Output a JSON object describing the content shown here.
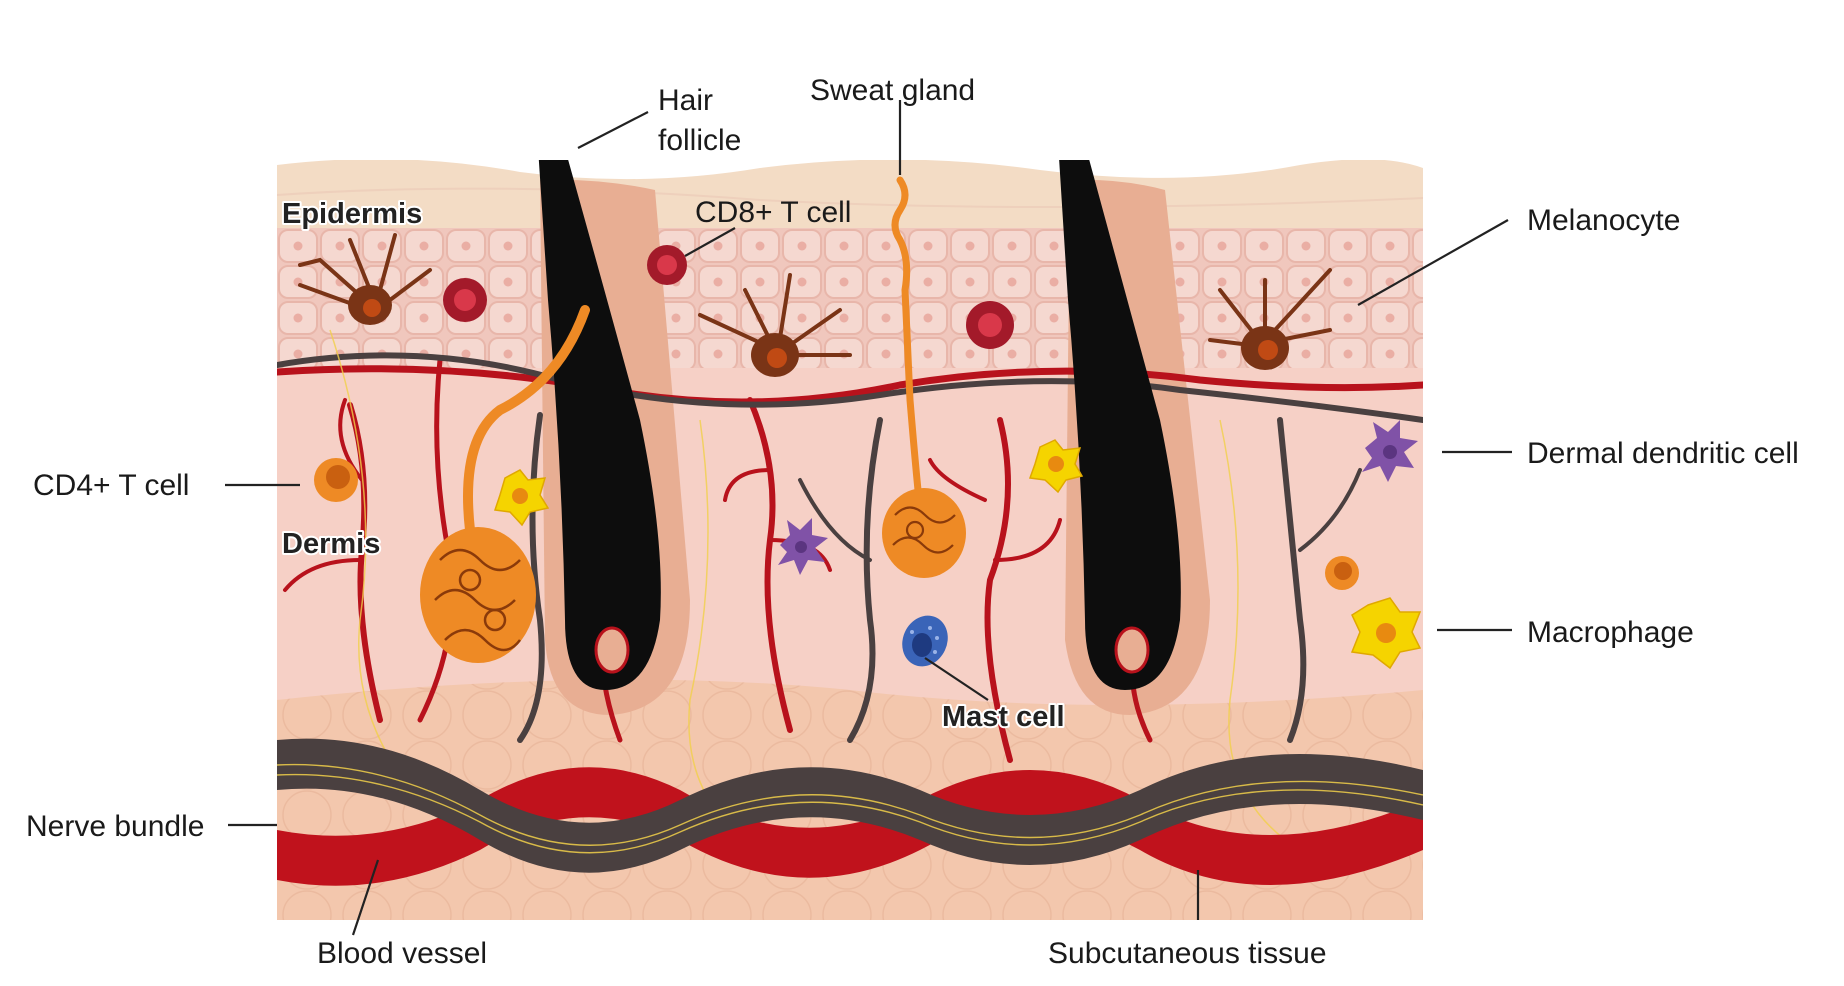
{
  "labels": {
    "epidermis": "Epidermis",
    "dermis": "Dermis",
    "mast_cell": "Mast cell",
    "hair_follicle_1": "Hair",
    "hair_follicle_2": "follicle",
    "sweat_gland": "Sweat gland",
    "cd8_t_cell": "CD8+ T cell",
    "melanocyte": "Melanocyte",
    "cd4_t_cell": "CD4+ T cell",
    "dermal_dendritic_cell": "Dermal dendritic cell",
    "macrophage": "Macrophage",
    "nerve_bundle": "Nerve bundle",
    "blood_vessel": "Blood vessel",
    "subcutaneous_tissue": "Subcutaneous tissue"
  },
  "colors": {
    "skin_surface": "#f3dcc5",
    "epidermis": "#f0c7bd",
    "dermis": "#f6d0c6",
    "subcutaneous": "#f3c7ad",
    "blood_vessel": "#c0121c",
    "nerve": "#4a4040",
    "hair": "#0d0d0d",
    "sweat_gland": "#ee8a25",
    "melanocyte": "#7a3416",
    "t_cell": "#a31a2a",
    "cd4_t_cell": "#ee8a25",
    "macrophage": "#f5d400",
    "dendritic_cell": "#8052a7",
    "mast_cell": "#3a64b8"
  }
}
